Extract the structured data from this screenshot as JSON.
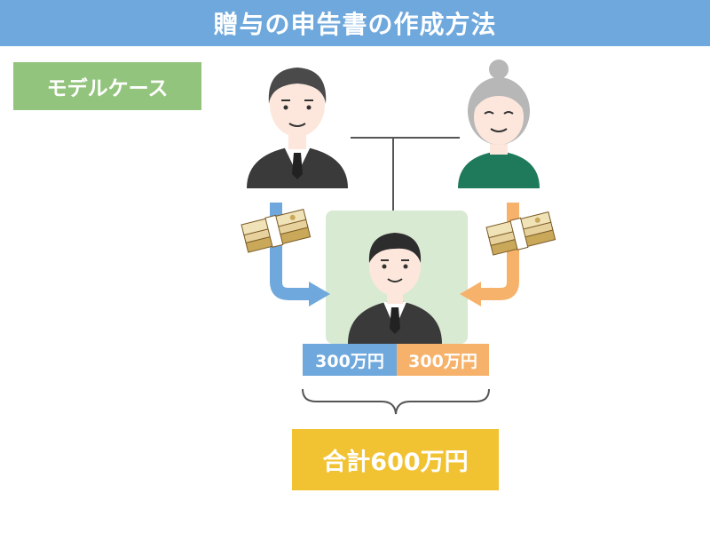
{
  "header": {
    "title": "贈与の申告書の作成方法"
  },
  "badge": {
    "label": "モデルケース"
  },
  "amounts": {
    "left": "300万円",
    "right": "300万円"
  },
  "total": {
    "label": "合計600万円"
  },
  "colors": {
    "header_bg": "#6fa8dc",
    "badge_bg": "#93c47d",
    "left_arrow": "#6fa8dc",
    "right_arrow": "#f6b26b",
    "total_bg": "#f1c232",
    "child_bg": "#d9ead3",
    "suit_dark": "#3a3a3a",
    "sweater_green": "#1f7a5c"
  },
  "icons": [
    "grandfather-icon",
    "grandmother-icon",
    "grandchild-icon",
    "money-bundle-icon"
  ]
}
